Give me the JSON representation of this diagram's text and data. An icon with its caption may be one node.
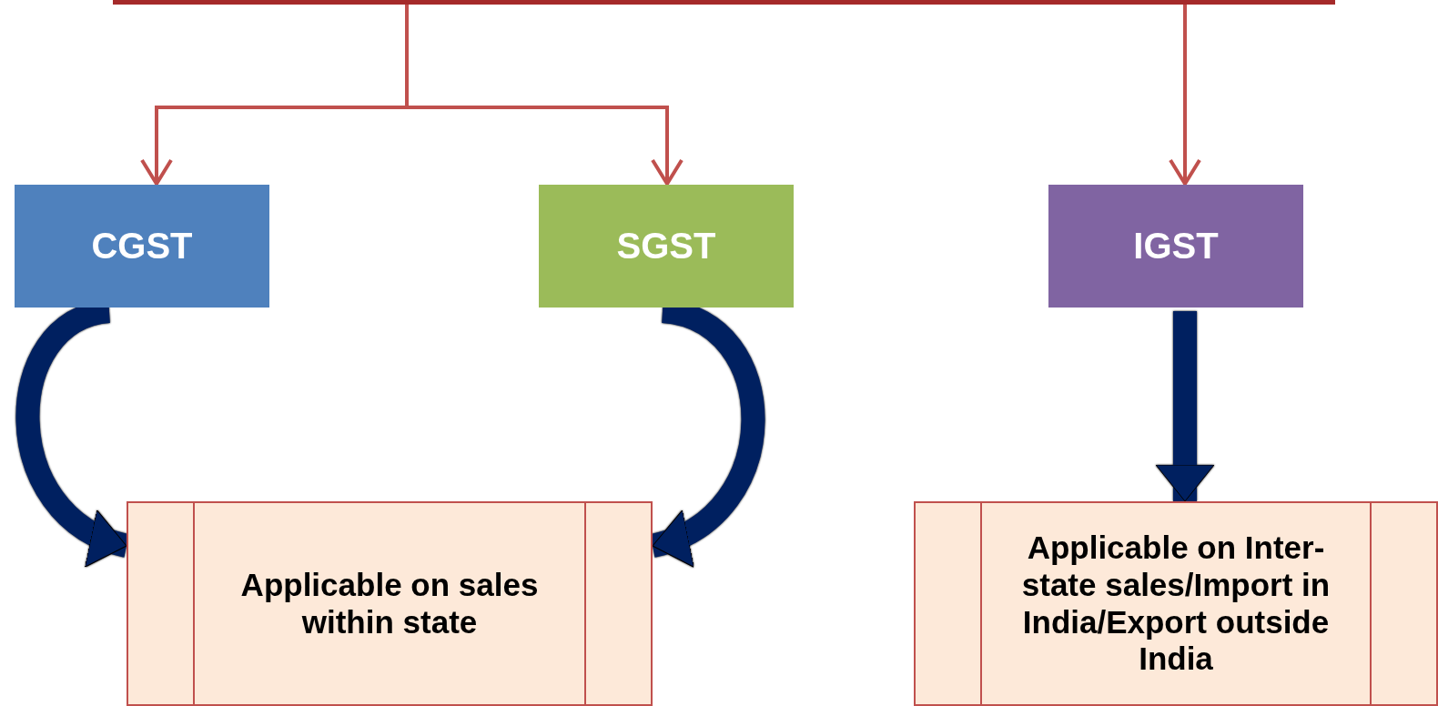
{
  "diagram": {
    "nodes": [
      {
        "text": [],
        "shape": "bar"
      },
      {
        "text": [
          "CGST"
        ]
      },
      {
        "text": [
          "SGST"
        ]
      },
      {
        "text": [
          "IGST"
        ]
      },
      {
        "text": [
          "Applicable on sales within state"
        ]
      },
      {
        "text": [
          "Applicable on Inter-state sales/Import in India/Export outside India"
        ]
      }
    ],
    "edges": [
      {
        "from": 0,
        "to": 1,
        "arrow": "to"
      },
      {
        "from": 0,
        "to": 2,
        "arrow": "to"
      },
      {
        "from": 0,
        "to": 3,
        "arrow": "to"
      },
      {
        "from": 1,
        "to": 4,
        "arrow": "to",
        "style": "thick",
        "color": "#002060"
      },
      {
        "from": 2,
        "to": 4,
        "arrow": "to",
        "style": "thick",
        "color": "#002060"
      },
      {
        "from": 3,
        "to": 5,
        "arrow": "to",
        "style": "thick",
        "color": "#002060"
      }
    ]
  }
}
